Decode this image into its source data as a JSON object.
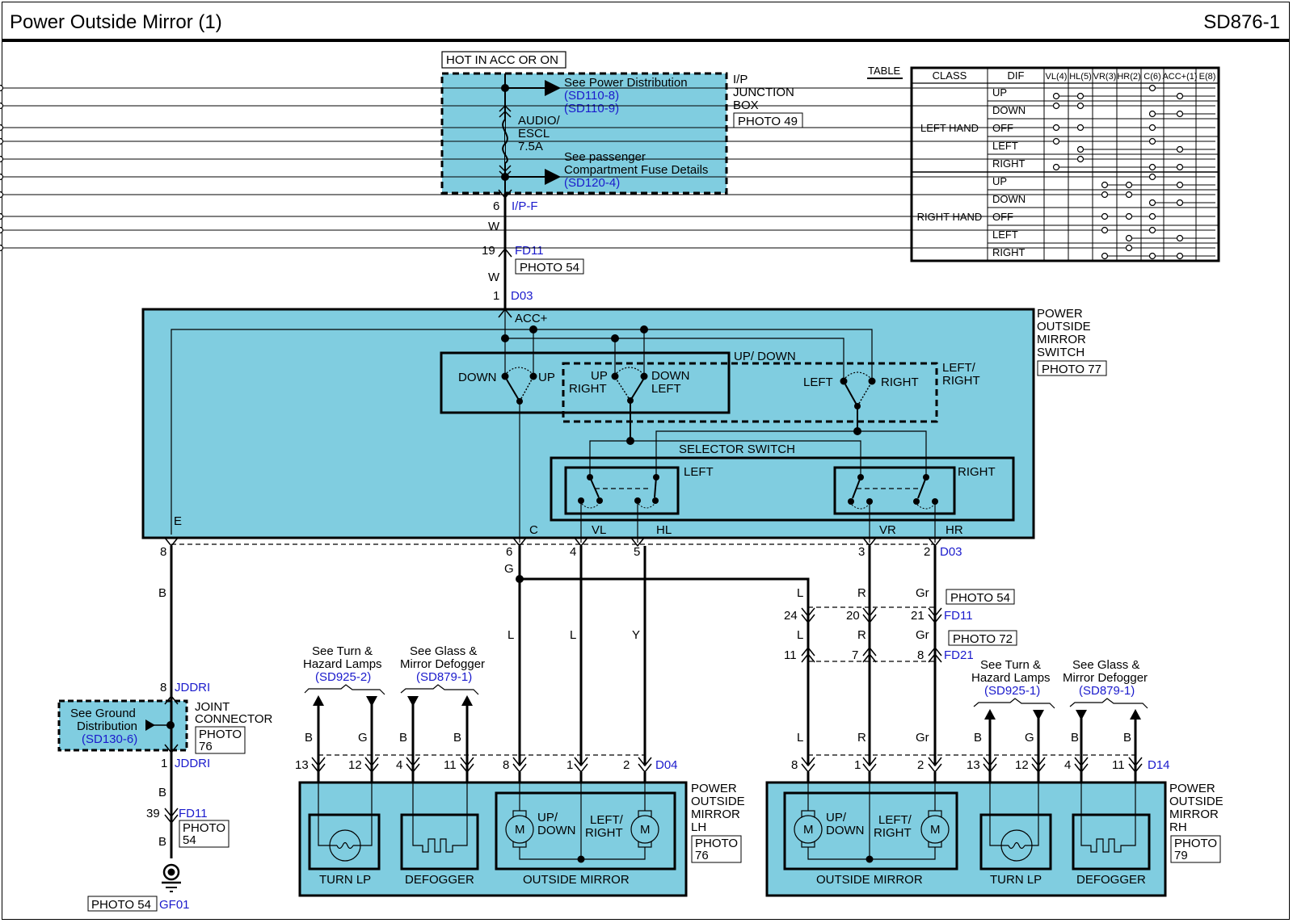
{
  "header": {
    "title": "Power Outside Mirror (1)",
    "code": "SD876-1"
  },
  "colors": {
    "component_fill": "#80cde0",
    "link_text": "#1a1acc",
    "line": "#000000"
  },
  "fuse_box": {
    "hot_label": "HOT IN ACC OR ON",
    "name_lines": [
      "I/P",
      "JUNCTION",
      "BOX"
    ],
    "photo": "PHOTO 49",
    "fuse_lines": [
      "AUDIO/",
      "ESCL",
      "7.5A"
    ],
    "ref_top": {
      "lines": [
        "See Power Distribution"
      ],
      "links": [
        "(SD110-8)",
        "(SD110-9)"
      ]
    },
    "ref_bottom": {
      "lines": [
        "See passenger",
        "Compartment Fuse Details"
      ],
      "links": [
        "(SD120-4)"
      ]
    },
    "out_pin": "6",
    "out_connector": "I/P-F"
  },
  "feed_wire": {
    "color1": "W",
    "pin_fd11": "19",
    "connector_fd11": "FD11",
    "photo_fd11": "PHOTO 54",
    "color2": "W",
    "pin_d03": "1",
    "connector_d03": "D03"
  },
  "switch": {
    "name_lines": [
      "POWER",
      "OUTSIDE",
      "MIRROR",
      "SWITCH"
    ],
    "photo": "PHOTO 77",
    "acc_label": "ACC+",
    "updown_group_label": "UP/ DOWN",
    "leftright_group_label_lines": [
      "LEFT/",
      "RIGHT"
    ],
    "sw1": {
      "left": "DOWN",
      "right": "UP"
    },
    "sw2": {
      "left_lines": [
        "UP",
        "RIGHT"
      ],
      "right_lines": [
        "DOWN",
        "LEFT"
      ]
    },
    "sw3": {
      "left": "LEFT",
      "right": "RIGHT"
    },
    "selector_label": "SELECTOR SWITCH",
    "selector_left": "LEFT",
    "selector_right": "RIGHT",
    "terminals": [
      {
        "name": "E",
        "pin": "8",
        "wire": "B"
      },
      {
        "name": "C",
        "pin": "6",
        "wire": "G"
      },
      {
        "name": "VL",
        "pin": "4",
        "wire": "L"
      },
      {
        "name": "HL",
        "pin": "5",
        "wire": "Y"
      },
      {
        "name": "VR",
        "pin": "3",
        "wire": "R"
      },
      {
        "name": "HR",
        "pin": "2",
        "wire": "Gr"
      }
    ],
    "connector": "D03"
  },
  "rh_harness": {
    "wires": [
      "L",
      "R",
      "Gr"
    ],
    "fd11_pins": [
      "24",
      "20",
      "21"
    ],
    "fd11_connector": "FD11",
    "fd11_photo": "PHOTO 54",
    "fd21_pins": [
      "11",
      "7",
      "8"
    ],
    "fd21_connector": "FD21",
    "fd21_photo": "PHOTO 72",
    "mid_wires": [
      "L",
      "R",
      "Gr"
    ],
    "low_wires": [
      "L",
      "R",
      "Gr"
    ]
  },
  "ground": {
    "wire1": "B",
    "joint_pin_in": "8",
    "joint_connector_in": "JDDRI",
    "joint_name_lines": [
      "JOINT",
      "CONNECTOR"
    ],
    "joint_photo_lines": [
      "PHOTO",
      "76"
    ],
    "ref_lines": [
      "See Ground",
      "Distribution"
    ],
    "ref_link": "(SD130-6)",
    "joint_pin_out": "1",
    "joint_connector_out": "JDDRI",
    "wire2": "B",
    "fd11_pin": "39",
    "fd11_connector": "FD11",
    "fd11_photo_lines": [
      "PHOTO",
      "54"
    ],
    "wire3": "B",
    "ground_photo": "PHOTO 54",
    "ground_id": "GF01"
  },
  "mirror_lh": {
    "name_lines": [
      "POWER",
      "OUTSIDE",
      "MIRROR",
      "LH"
    ],
    "photo_lines": [
      "PHOTO",
      "76"
    ],
    "connector": "D04",
    "ref_turn": {
      "lines": [
        "See Turn &",
        "Hazard Lamps"
      ],
      "link": "(SD925-2)"
    },
    "ref_defog": {
      "lines": [
        "See Glass &",
        "Mirror Defogger"
      ],
      "link": "(SD879-1)"
    },
    "pins": [
      {
        "pin": "13",
        "wire": "B"
      },
      {
        "pin": "12",
        "wire": "G"
      },
      {
        "pin": "4",
        "wire": "B"
      },
      {
        "pin": "11",
        "wire": "B"
      },
      {
        "pin": "8",
        "wire": "L"
      },
      {
        "pin": "1",
        "wire": "L"
      },
      {
        "pin": "2",
        "wire": "Y"
      }
    ],
    "turn_label": "TURN LP",
    "defog_label": "DEFOGGER",
    "mirror_label": "OUTSIDE MIRROR",
    "motor_symbol": "M",
    "motor1_lines": [
      "UP/",
      "DOWN"
    ],
    "motor2_lines": [
      "LEFT/",
      "RIGHT"
    ]
  },
  "mirror_rh": {
    "name_lines": [
      "POWER",
      "OUTSIDE",
      "MIRROR",
      "RH"
    ],
    "photo_lines": [
      "PHOTO",
      "79"
    ],
    "connector": "D14",
    "ref_turn": {
      "lines": [
        "See Turn &",
        "Hazard Lamps"
      ],
      "link": "(SD925-1)"
    },
    "ref_defog": {
      "lines": [
        "See Glass &",
        "Mirror Defogger"
      ],
      "link": "(SD879-1)"
    },
    "pins": [
      {
        "pin": "8",
        "wire": "L"
      },
      {
        "pin": "1",
        "wire": "R"
      },
      {
        "pin": "2",
        "wire": "Gr"
      },
      {
        "pin": "13",
        "wire": "B"
      },
      {
        "pin": "12",
        "wire": "G"
      },
      {
        "pin": "4",
        "wire": "B"
      },
      {
        "pin": "11",
        "wire": "B"
      }
    ],
    "turn_label": "TURN LP",
    "defog_label": "DEFOGGER",
    "mirror_label": "OUTSIDE MIRROR",
    "motor_symbol": "M",
    "motor1_lines": [
      "UP/",
      "DOWN"
    ],
    "motor2_lines": [
      "LEFT/",
      "RIGHT"
    ]
  },
  "table": {
    "title": "TABLE",
    "headers": [
      "CLASS",
      "DIF",
      "VL(4)",
      "HL(5)",
      "VR(3)",
      "HR(2)",
      "C(6)",
      "ACC+(1)",
      "E(8)"
    ],
    "classes": [
      {
        "label": "LEFT HAND",
        "rows": [
          {
            "dif": "UP",
            "links": [
              [
                4,
                7
              ],
              [
                0,
                1,
                5
              ]
            ]
          },
          {
            "dif": "DOWN",
            "links": [
              [
                0,
                1,
                7
              ],
              [
                4,
                5
              ]
            ]
          },
          {
            "dif": "OFF",
            "links": [
              [
                0,
                1,
                4,
                7
              ]
            ]
          },
          {
            "dif": "LEFT",
            "links": [
              [
                0,
                4,
                7
              ],
              [
                1,
                5
              ]
            ]
          },
          {
            "dif": "RIGHT",
            "links": [
              [
                1,
                7
              ],
              [
                0,
                4,
                5
              ]
            ]
          }
        ]
      },
      {
        "label": "RIGHT HAND",
        "rows": [
          {
            "dif": "UP",
            "links": [
              [
                4,
                7
              ],
              [
                2,
                3,
                5
              ]
            ]
          },
          {
            "dif": "DOWN",
            "links": [
              [
                2,
                3,
                7
              ],
              [
                4,
                5
              ]
            ]
          },
          {
            "dif": "OFF",
            "links": [
              [
                2,
                3,
                4,
                7
              ]
            ]
          },
          {
            "dif": "LEFT",
            "links": [
              [
                2,
                4,
                7
              ],
              [
                3,
                5
              ]
            ]
          },
          {
            "dif": "RIGHT",
            "links": [
              [
                3,
                7
              ],
              [
                2,
                4,
                5
              ]
            ]
          }
        ]
      }
    ]
  }
}
